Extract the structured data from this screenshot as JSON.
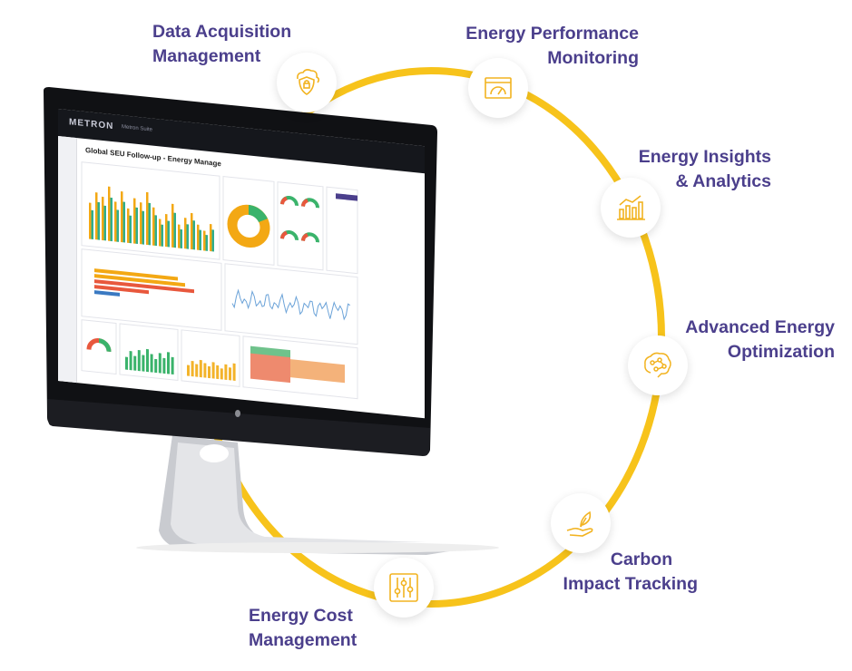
{
  "colors": {
    "ring": "#f7c31b",
    "label": "#4b3f8c",
    "icon": "#f2b320"
  },
  "features": [
    {
      "id": "data-acquisition",
      "lines": [
        "Data Acquisition",
        "Management"
      ],
      "icon": "cloud-shield-lock-icon"
    },
    {
      "id": "energy-performance",
      "lines": [
        "Energy Performance",
        "Monitoring"
      ],
      "icon": "gauge-window-icon"
    },
    {
      "id": "energy-insights",
      "lines": [
        "Energy Insights",
        "& Analytics"
      ],
      "icon": "bar-chart-trend-icon"
    },
    {
      "id": "advanced-optimization",
      "lines": [
        "Advanced Energy",
        "Optimization"
      ],
      "icon": "brain-circuit-icon"
    },
    {
      "id": "carbon-impact",
      "lines": [
        "Carbon",
        "Impact Tracking"
      ],
      "icon": "hand-leaf-icon"
    },
    {
      "id": "energy-cost",
      "lines": [
        "Energy Cost",
        "Management"
      ],
      "icon": "sliders-icon"
    }
  ],
  "monitor": {
    "brand": "METRON",
    "brand_sub": "Metron Suite",
    "dashboard_title": "Global SEU Follow-up - Energy Manage"
  }
}
